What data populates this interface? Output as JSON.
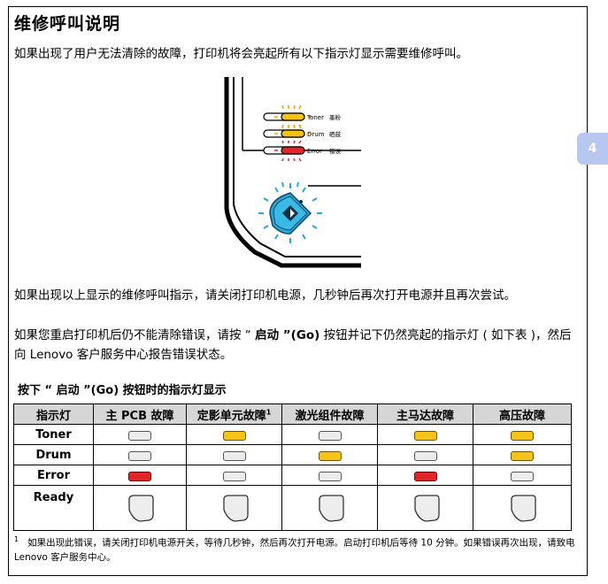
{
  "page": {
    "title": "维修呼叫说明",
    "intro": "如果出现了用户无法清除的故障，打印机将会亮起所有以下指示灯显示需要维修呼叫。",
    "para2": "如果出现以上显示的维修呼叫指示，请关闭打印机电源，几秒钟后再次打开电源并且再次尝试。",
    "para3_a": "如果您重启打印机后仍不能清除错误，请按 “ ",
    "para3_bold": "启动 ”(Go)",
    "para3_b": " 按钮并记下仍然亮起的指示灯 ( 如下表 )，然后向 Lenovo 客户服务中心报告错误状态。",
    "table_heading": "按下 “ 启动 ”(Go) 按钮时的指示灯显示",
    "footnote_marker": "1",
    "footnote": "如果出现此错误，请关闭打印机电源开关，等待几秒钟，然后再次打开电源。启动打印机后等待 10 分钟。如果错误再次出现，请致电 Lenovo 客户服务中心。",
    "side_tab": "4"
  },
  "illustration": {
    "labels": [
      {
        "en": "Toner",
        "cn": "墨粉",
        "color": "yellow"
      },
      {
        "en": "Drum",
        "cn": "硒鼓",
        "color": "yellow"
      },
      {
        "en": "Error",
        "cn": "错误",
        "color": "red"
      }
    ],
    "button_color": "#2aa6d6"
  },
  "table": {
    "headers": [
      "指示灯",
      "主 PCB 故障",
      "定影单元故障",
      "激光组件故障",
      "主马达故障",
      "高压故障"
    ],
    "header_footnote": "1",
    "rows": [
      {
        "label": "Toner",
        "states": [
          "off",
          "yellow",
          "off",
          "yellow",
          "yellow"
        ]
      },
      {
        "label": "Drum",
        "states": [
          "off",
          "off",
          "yellow",
          "off",
          "yellow"
        ]
      },
      {
        "label": "Error",
        "states": [
          "red",
          "off",
          "off",
          "red",
          "off"
        ]
      },
      {
        "label": "Ready",
        "states": [
          "icon",
          "icon",
          "icon",
          "icon",
          "icon"
        ]
      }
    ]
  },
  "colors": {
    "yellow": "#f5c217",
    "red": "#e0262a",
    "off": "#ececec",
    "header_bg": "#d6d6d6",
    "tab_bg": "#b8c7ef"
  }
}
